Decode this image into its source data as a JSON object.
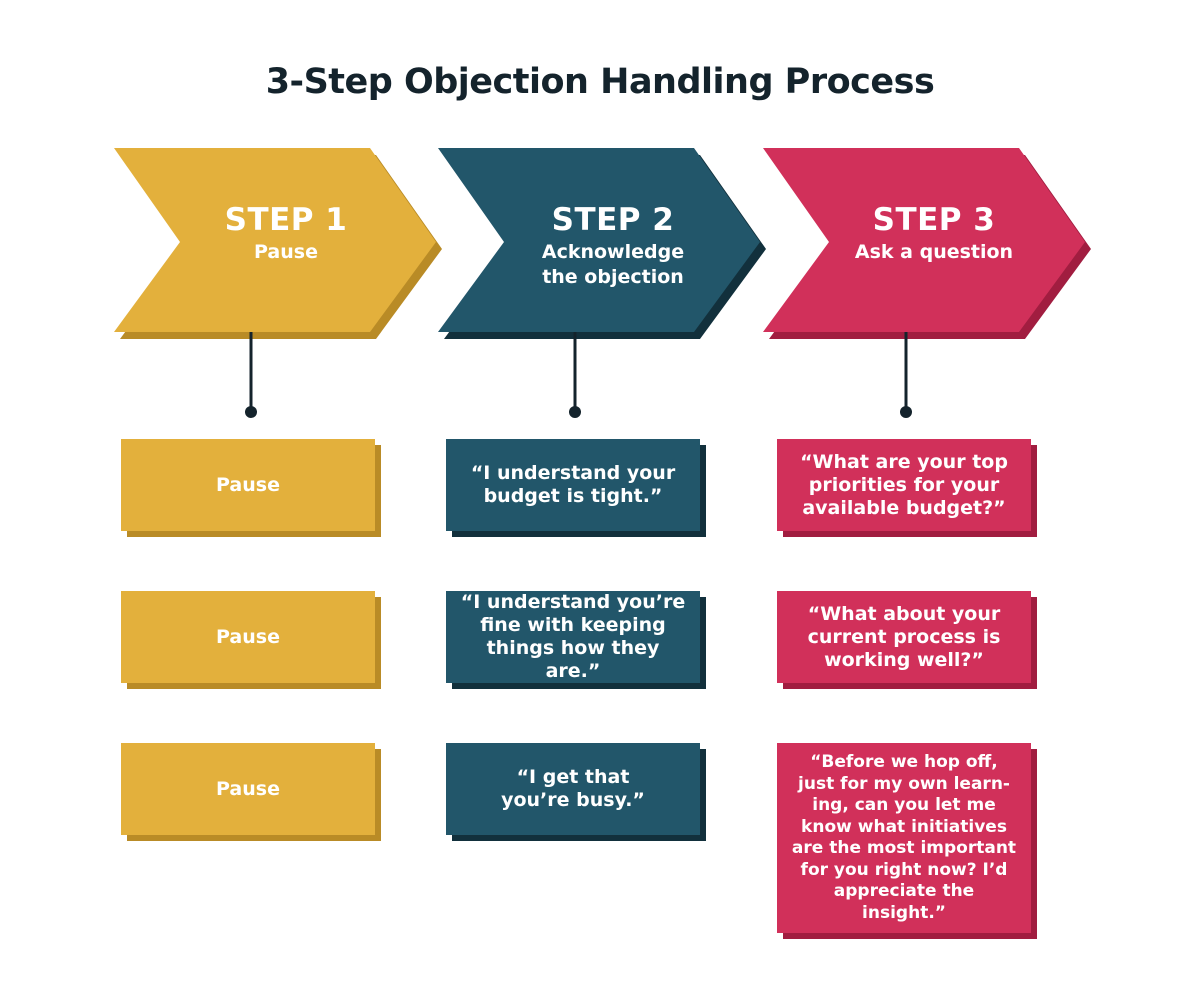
{
  "title": "3-Step Objection Handling Process",
  "colors": {
    "yellow": "#e3b03c",
    "teal": "#22566a",
    "pink": "#d1305a",
    "connector": "#14232c"
  },
  "steps": [
    {
      "heading": "STEP 1",
      "subtitle": "Pause",
      "boxes": [
        "Pause",
        "Pause",
        "Pause"
      ]
    },
    {
      "heading": "STEP 2",
      "subtitle": "Acknowledge\nthe objection",
      "boxes": [
        "“I understand your\nbudget is tight.”",
        "“I understand you’re\nfine with keeping\nthings how they are.”",
        "“I get that\nyou’re busy.”"
      ]
    },
    {
      "heading": "STEP 3",
      "subtitle": "Ask a question",
      "boxes": [
        "“What are your top\npriorities for your\navailable budget?”",
        "“What about your\ncurrent process is\nworking well?”",
        "“Before we hop off,\njust for my own learn-\ning, can you let me\nknow what initiatives\nare the most important\nfor you right now? I’d\nappreciate the insight.”"
      ]
    }
  ]
}
